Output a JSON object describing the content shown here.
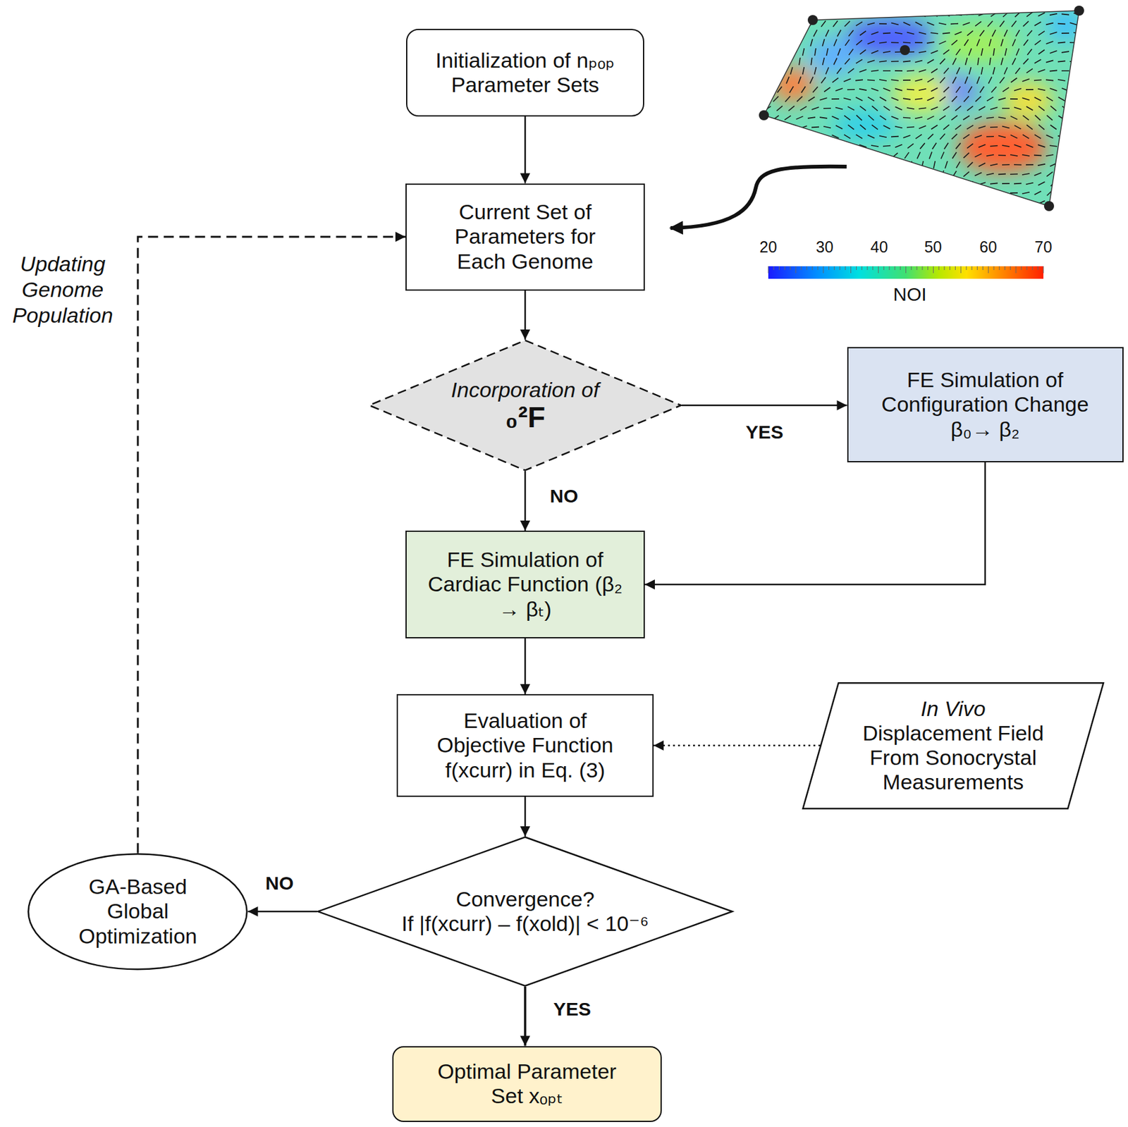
{
  "diagram": {
    "nodes": [
      {
        "text": [
          "Initialization of nₚₒₚ Parameter Sets"
        ]
      },
      {
        "text": [
          "Current Set of Parameters for Each Genome"
        ]
      },
      {
        "text": [
          "Incorporation of",
          "₀²F"
        ]
      },
      {
        "text": [
          "FE Simulation of Configuration Change β₀→ β₂"
        ]
      },
      {
        "text": [
          "FE Simulation of Cardiac Function (β₂ → βₜ)"
        ]
      },
      {
        "text": [
          "Evaluation of Objective Function f(xcurr) in Eq. (3)"
        ]
      },
      {
        "text": [
          "In Vivo",
          "Displacement Field From Sonocrystal Measurements"
        ]
      },
      {
        "text": [
          "Convergence?",
          "If |f(xcurr) – f(xold)| < 10⁻⁶"
        ]
      },
      {
        "text": [
          "GA-Based Global Optimization"
        ]
      },
      {
        "text": [
          "Optimal Parameter Set xₒₚₜ"
        ]
      }
    ],
    "edges": [
      {
        "from": 0,
        "to": 1,
        "arrow": "to"
      },
      {
        "from": 1,
        "to": 2,
        "arrow": "to"
      },
      {
        "from": 2,
        "to": 3,
        "arrow": "to",
        "label": "YES"
      },
      {
        "from": 2,
        "to": 4,
        "arrow": "to",
        "label": "NO"
      },
      {
        "from": 3,
        "to": 4,
        "arrow": "to"
      },
      {
        "from": 4,
        "to": 5,
        "arrow": "to"
      },
      {
        "from": 6,
        "to": 5,
        "arrow": "to"
      },
      {
        "from": 5,
        "to": 7,
        "arrow": "to"
      },
      {
        "from": 7,
        "to": 8,
        "arrow": "to",
        "label": "NO"
      },
      {
        "from": 8,
        "to": 1,
        "arrow": "to",
        "label": "Updating Genome Population"
      },
      {
        "from": 7,
        "to": 9,
        "arrow": "to",
        "label": "YES"
      }
    ],
    "labels": [
      "20",
      "30",
      "40",
      "50",
      "60",
      "70",
      "NOI"
    ]
  }
}
